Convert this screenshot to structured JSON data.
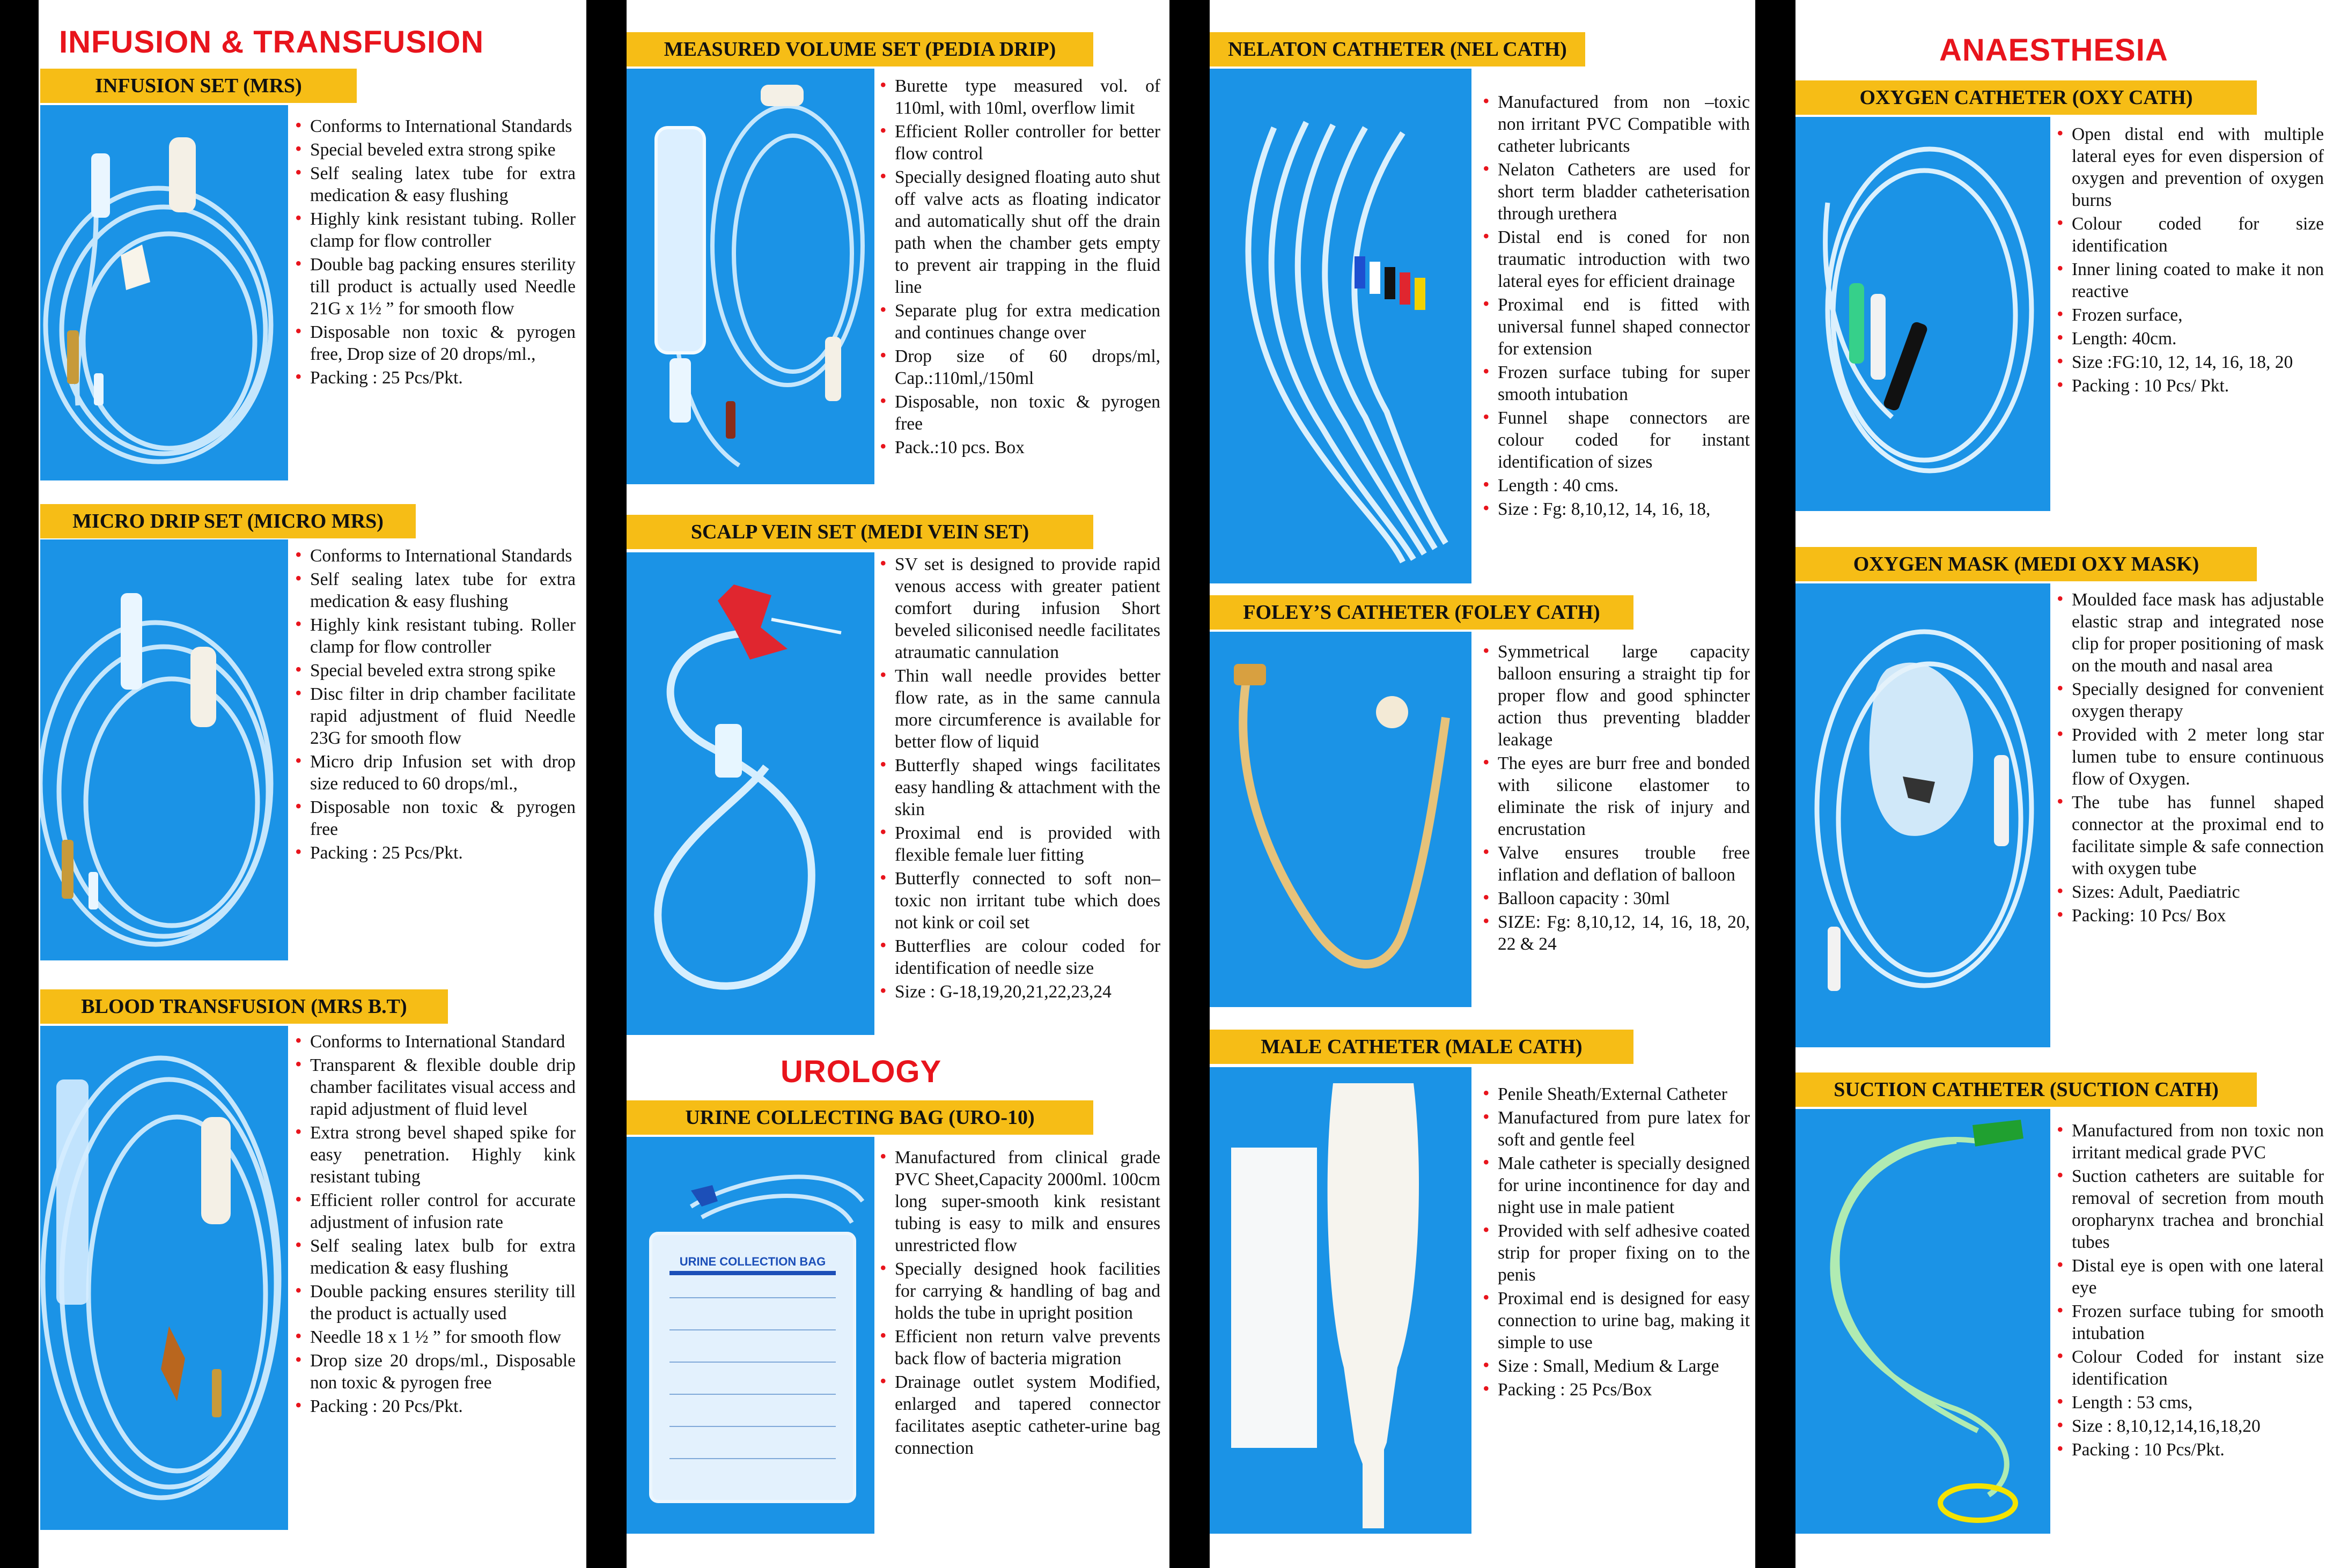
{
  "colors": {
    "accent_red": "#e8141c",
    "header_yellow": "#f6bd16",
    "photo_blue": "#1b93e6",
    "divider_black": "#000000"
  },
  "categories": {
    "infusion": "INFUSION & TRANSFUSION",
    "urology": "UROLOGY",
    "anaesthesia": "ANAESTHESIA"
  },
  "products": {
    "infusion_set": {
      "title": "INFUSION SET (MRS)",
      "features": [
        "Conforms to International Standards",
        "Special beveled extra strong spike",
        "Self sealing latex tube for extra medication & easy flushing",
        "Highly kink resistant tubing. Roller clamp for flow controller",
        "Double bag packing ensures sterility till product is actually used Needle 21G x 1½ ” for smooth flow",
        "Disposable non toxic & pyrogen free,  Drop size of 20 drops/ml.,",
        "Packing : 25 Pcs/Pkt."
      ]
    },
    "micro_drip": {
      "title": "MICRO DRIP SET (MICRO MRS)",
      "features": [
        "Conforms to International Standards",
        "Self sealing latex tube for extra medication & easy flushing",
        "Highly kink resistant tubing. Roller clamp for flow controller",
        "Special beveled extra strong spike",
        "Disc filter in drip chamber facilitate rapid adjustment of fluid Needle 23G for smooth flow",
        "Micro drip Infusion set with drop size reduced to 60 drops/ml.,",
        "Disposable non toxic & pyrogen free",
        "Packing : 25 Pcs/Pkt."
      ]
    },
    "blood_transfusion": {
      "title": "BLOOD TRANSFUSION (MRS B.T)",
      "features": [
        "Conforms to International Standard",
        "Transparent & flexible double drip chamber facilitates visual access and rapid adjustment of fluid level",
        "Extra strong bevel shaped spike for easy penetration. Highly kink resistant tubing",
        "Efficient roller control for accurate adjustment of infusion rate",
        "Self sealing latex bulb for extra medication & easy flushing",
        "Double packing ensures sterility till the product is actually used",
        "Needle 18 x 1 ½ ” for smooth flow",
        "Drop size 20 drops/ml., Disposable non toxic & pyrogen free",
        "Packing : 20 Pcs/Pkt."
      ]
    },
    "measured_volume": {
      "title": "MEASURED VOLUME SET (PEDIA DRIP)",
      "features": [
        "Burette type measured vol. of 110ml, with 10ml, overflow limit",
        "Efficient Roller controller for better flow control",
        "Specially designed floating auto shut off valve acts as floating indicator and automatically shut off the drain path when the chamber gets empty to prevent air trapping in the fluid line",
        "Separate plug for extra medication and continues change over",
        "Drop size of 60 drops/ml, Cap.:110ml,/150ml",
        "Disposable, non toxic & pyrogen free",
        "Pack.:10 pcs. Box"
      ]
    },
    "scalp_vein": {
      "title": "SCALP VEIN SET (MEDI VEIN SET)",
      "features": [
        "SV set is designed to provide rapid venous access with greater patient comfort during infusion Short beveled siliconised needle facilitates atraumatic cannulation",
        "Thin wall needle provides better flow rate, as in the same cannula more circumference is available for better flow of liquid",
        "Butterfly shaped wings facilitates easy handling & attachment with the skin",
        "Proximal end is provided with flexible female luer fitting",
        "Butterfly connected to soft non–toxic non irritant tube which does not kink or coil set",
        "Butterflies are colour coded for identification of needle size",
        "Size : G-18,19,20,21,22,23,24"
      ]
    },
    "urine_bag": {
      "title": "URINE COLLECTING BAG (URO-10)",
      "bag_label": "URINE COLLECTION BAG",
      "features": [
        "Manufactured from clinical grade PVC Sheet,Capacity 2000ml. 100cm long super-smooth kink resistant tubing is easy to milk and ensures unrestricted flow",
        "Specially designed hook facilities for carrying & handling of bag and holds the tube in upright position",
        "Efficient non return valve prevents back flow of bacteria migration",
        "Drainage outlet system Modified, enlarged and tapered connector facilitates aseptic catheter-urine bag connection"
      ]
    },
    "nelaton": {
      "title": "NELATON CATHETER (NEL CATH)",
      "features": [
        "Manufactured from non –toxic non irritant PVC Compatible with catheter lubricants",
        "Nelaton Catheters are used for short term bladder catheterisation through urethera",
        "Distal end is coned for non traumatic introduction with two lateral eyes for efficient drainage",
        "Proximal end is fitted with universal funnel shaped connector for extension",
        "Frozen surface tubing for super smooth intubation",
        "Funnel shape connectors are colour coded for instant identification of sizes",
        "Length : 40 cms.",
        "Size :  Fg: 8,10,12, 14, 16, 18,"
      ]
    },
    "foley": {
      "title": "FOLEY’S CATHETER (FOLEY CATH)",
      "features": [
        "Symmetrical large capacity balloon ensuring a straight tip for proper flow and good sphincter action thus preventing bladder leakage",
        "The eyes are burr free and bonded with silicone elastomer to eliminate the risk of injury and encrustation",
        "Valve ensures trouble free inflation and deflation of balloon",
        "Balloon capacity : 30ml",
        "SIZE: Fg: 8,10,12, 14, 16, 18, 20, 22 & 24"
      ]
    },
    "male_catheter": {
      "title": "MALE CATHETER (MALE CATH)",
      "features": [
        "Penile Sheath/External Catheter",
        "Manufactured from pure latex for soft and gentle feel",
        "Male catheter is specially designed for urine incontinence for day and night use in male patient",
        "Provided with self adhesive coated strip for proper fixing on to the penis",
        "Proximal end is designed for easy connection to urine bag, making it simple to use",
        "Size : Small, Medium & Large",
        "Packing : 25 Pcs/Box"
      ]
    },
    "oxygen_catheter": {
      "title": "OXYGEN CATHETER (OXY CATH)",
      "features": [
        "Open distal end with multiple lateral eyes for even dispersion of oxygen and prevention of oxygen burns",
        "Colour coded for size identification",
        "Inner lining coated to make it non reactive",
        "Frozen surface,",
        "Length: 40cm.",
        "Size :FG:10, 12, 14, 16, 18, 20",
        "Packing : 10 Pcs/ Pkt."
      ]
    },
    "oxygen_mask": {
      "title": "OXYGEN MASK (MEDI OXY MASK)",
      "features": [
        "Moulded face mask has adjustable elastic strap and integrated nose clip for proper positioning of mask on the mouth and nasal area",
        "Specially designed for convenient oxygen therapy",
        "Provided with 2 meter long star lumen tube to ensure continuous flow of Oxygen.",
        "The tube has funnel shaped connector at the proximal end to facilitate simple & safe connection with oxygen tube",
        "Sizes: Adult, Paediatric",
        "Packing: 10 Pcs/ Box"
      ]
    },
    "suction_catheter": {
      "title": "SUCTION CATHETER (SUCTION CATH)",
      "features": [
        "Manufactured from non toxic non irritant medical grade PVC",
        "Suction catheters are suitable for removal of secretion from mouth oropharynx trachea and bronchial tubes",
        "Distal eye is open with one lateral eye",
        "Frozen surface tubing for smooth intubation",
        "Colour Coded for instant size identification",
        "Length : 53 cms,",
        "Size : 8,10,12,14,16,18,20",
        "Packing : 10 Pcs/Pkt."
      ]
    }
  }
}
